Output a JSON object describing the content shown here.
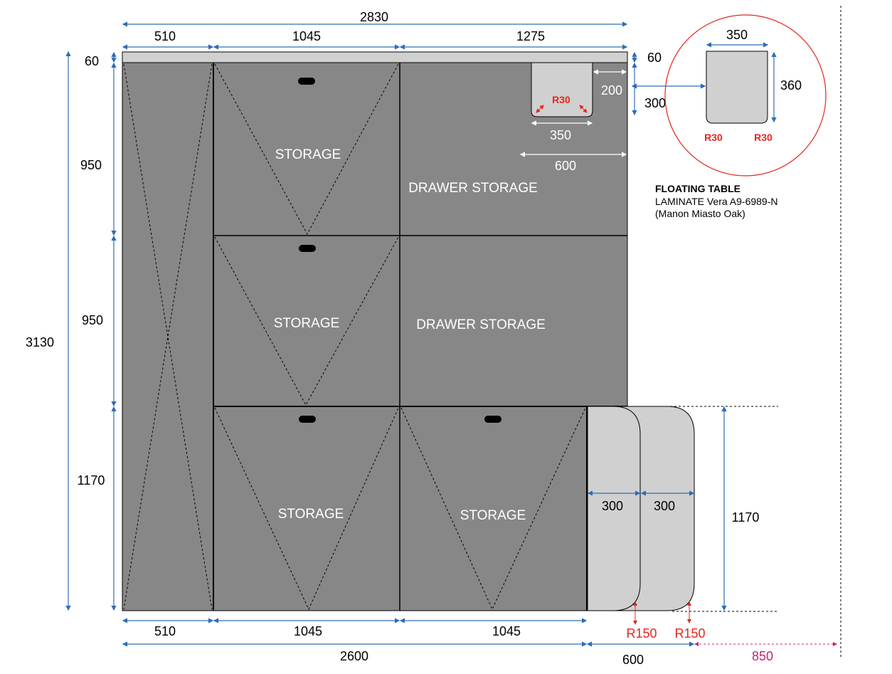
{
  "dimensions": {
    "total_width": "2830",
    "top_left": "510",
    "top_mid": "1045",
    "top_right": "1275",
    "top_slab": "60",
    "top_slab_right": "60",
    "row1": "950",
    "row2": "950",
    "row3": "1170",
    "total_height": "3130",
    "bottom_left": "510",
    "bottom_mid": "1045",
    "bottom_right": "1045",
    "bottom_total": "2600",
    "table_span": "600",
    "clearance": "850",
    "panel_1": "300",
    "panel_2": "300",
    "panel_height": "1170",
    "radius_panel_1": "R150",
    "radius_panel_2": "R150",
    "cutout_width": "350",
    "cutout_offset": "200",
    "cutout_depth": "600",
    "cutout_radius": "R30",
    "cutout_side": "300"
  },
  "labels": {
    "storage_1": "STORAGE",
    "storage_2": "STORAGE",
    "storage_3": "STORAGE",
    "storage_4": "STORAGE",
    "drawer_1": "DRAWER STORAGE",
    "drawer_2": "DRAWER STORAGE"
  },
  "detail": {
    "width": "350",
    "height": "360",
    "radius_left": "R30",
    "radius_right": "R30",
    "title": "FLOATING TABLE",
    "material": "LAMINATE Vera A9-6989-N",
    "finish": "(Manon Miasto Oak)"
  },
  "colors": {
    "cabinet": "#878787",
    "panel": "#d0d0d0",
    "dimension": "#2e6db5",
    "accent": "#e5261d",
    "clearance": "#c8246e"
  }
}
